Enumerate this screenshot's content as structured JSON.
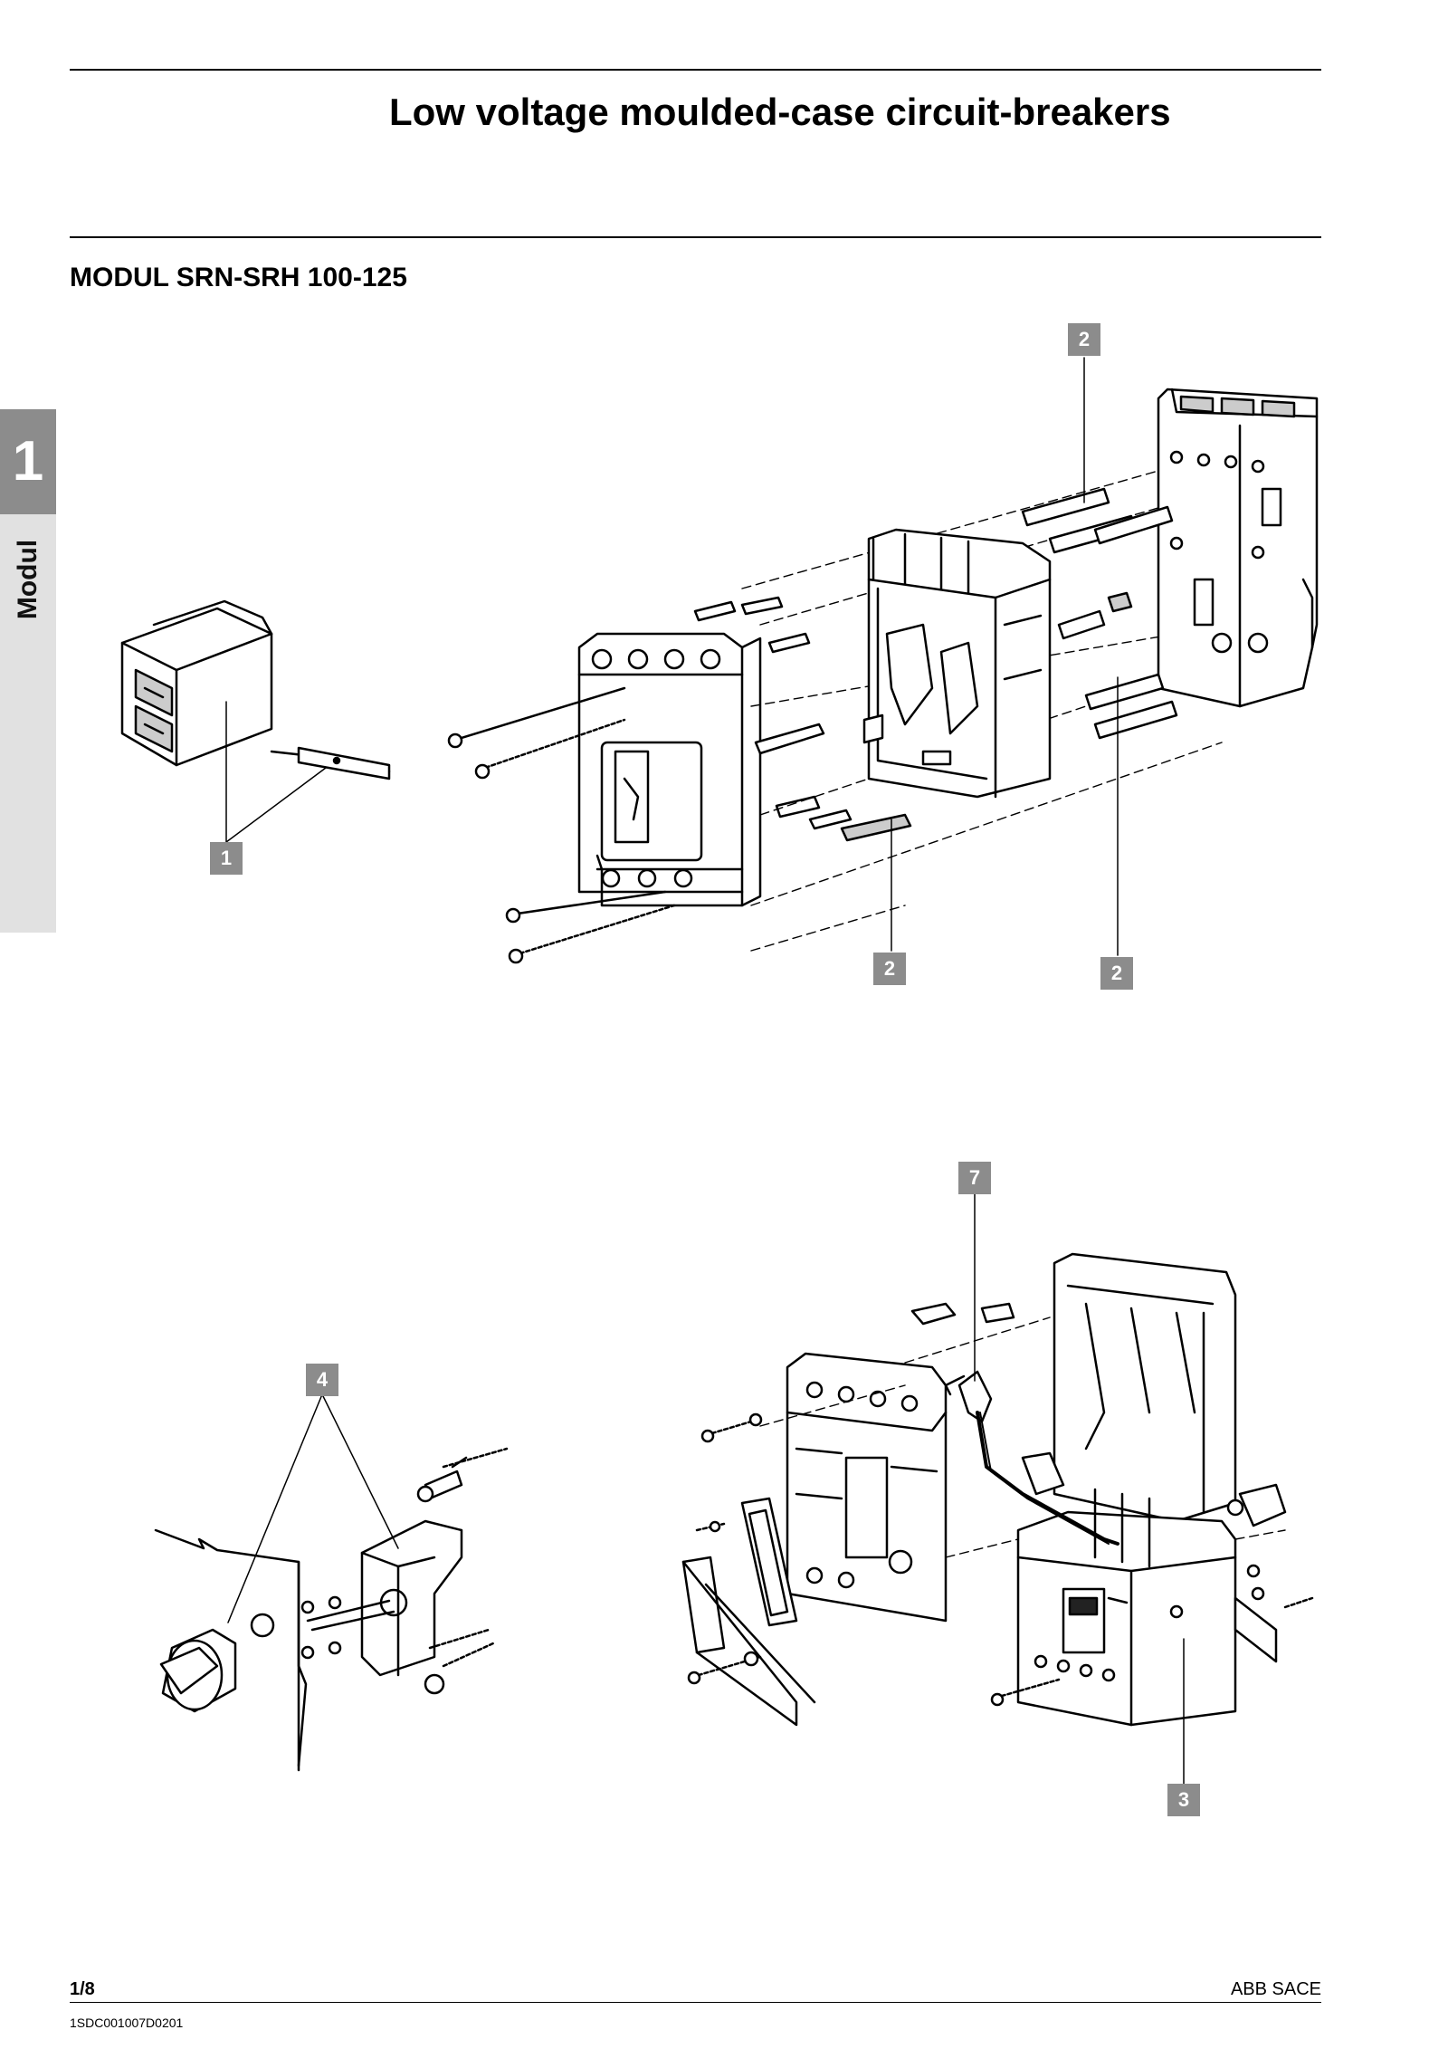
{
  "header": {
    "title": "Low voltage moulded-case circuit-breakers"
  },
  "section": {
    "title": "MODUL SRN-SRH 100-125"
  },
  "side_tab": {
    "number": "1",
    "label": "Modul"
  },
  "callouts": {
    "top_left": "1",
    "top_upper": "2",
    "top_lower_mid": "2",
    "top_lower_right": "2",
    "bottom_left": "4",
    "bottom_upper": "7",
    "bottom_lower": "3"
  },
  "footer": {
    "page": "1/8",
    "brand": "ABB SACE",
    "code": "1SDC001007D0201"
  }
}
